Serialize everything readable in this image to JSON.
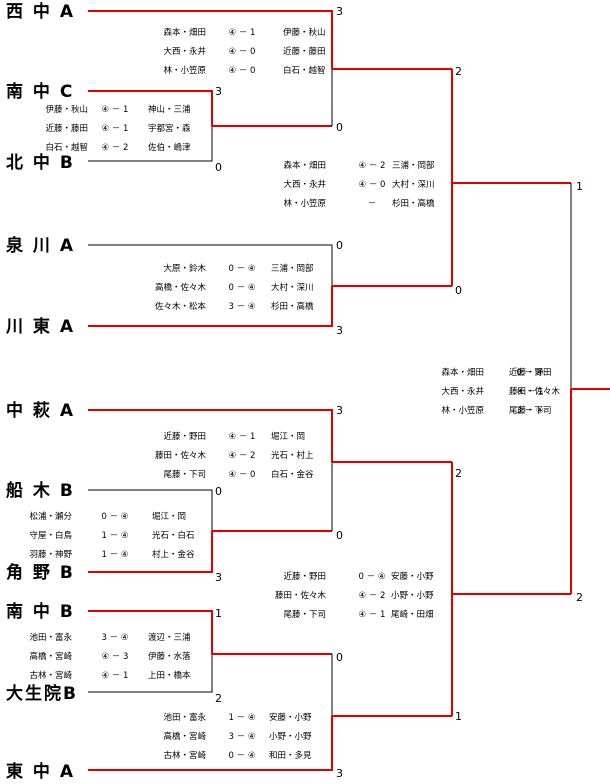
{
  "teams": [
    {
      "label": "西 中 A"
    },
    {
      "label": "南 中 C"
    },
    {
      "label": "北 中 B"
    },
    {
      "label": "泉 川 A"
    },
    {
      "label": "川 東 A"
    },
    {
      "label": "中 萩 A"
    },
    {
      "label": "船 木 B"
    },
    {
      "label": "角 野 B"
    },
    {
      "label": "南 中 B"
    },
    {
      "label": "大生院B"
    },
    {
      "label": "東 中 A"
    }
  ],
  "scores": [
    "3",
    "2",
    "3",
    "0",
    "0",
    "1",
    "0",
    "0",
    "3",
    "3",
    "2",
    "0",
    "0",
    "3",
    "2",
    "1",
    "0",
    "2",
    "1",
    "3"
  ],
  "matches": [
    {
      "rows": [
        {
          "left": "森本・畑田",
          "score": "④ － 1",
          "right": "伊藤・秋山"
        },
        {
          "left": "大西・永井",
          "score": "④ － 0",
          "right": "近藤・藤田"
        },
        {
          "left": "林・小笠原",
          "score": "④ － 0",
          "right": "白石・越智"
        }
      ]
    },
    {
      "rows": [
        {
          "left": "伊藤・秋山",
          "score": "④ － 1",
          "right": "神山・三浦"
        },
        {
          "left": "近藤・藤田",
          "score": "④ － 1",
          "right": "宇都宮・森"
        },
        {
          "left": "白石・越智",
          "score": "④ － 2",
          "right": "佐伯・嶋津"
        }
      ]
    },
    {
      "rows": [
        {
          "left": "森本・畑田",
          "score": "④ － 2",
          "right": "三浦・岡部"
        },
        {
          "left": "大西・永井",
          "score": "④ － 0",
          "right": "大村・深川"
        },
        {
          "left": "林・小笠原",
          "score": "－",
          "right": "杉田・高橋"
        }
      ]
    },
    {
      "rows": [
        {
          "left": "大原・鈴木",
          "score": "0 － ④",
          "right": "三浦・岡部"
        },
        {
          "left": "高橋・佐々木",
          "score": "0 － ④",
          "right": "大村・深川"
        },
        {
          "left": "佐々木・松本",
          "score": "3 － ④",
          "right": "杉田・高橋"
        }
      ]
    },
    {
      "rows": [
        {
          "left": "森本・畑田",
          "score": "0 － ④",
          "right": "近藤・野田"
        },
        {
          "left": "大西・永井",
          "score": "④ － 1",
          "right": "藤田・佐々木"
        },
        {
          "left": "林・小笠原",
          "score": "3 － ④",
          "right": "尾藤・下司"
        }
      ]
    },
    {
      "rows": [
        {
          "left": "近藤・野田",
          "score": "④ － 1",
          "right": "堀江・岡"
        },
        {
          "left": "藤田・佐々木",
          "score": "④ － 2",
          "right": "光石・村上"
        },
        {
          "left": "尾藤・下司",
          "score": "④ － 0",
          "right": "白石・金谷"
        }
      ]
    },
    {
      "rows": [
        {
          "left": "松浦・瀬分",
          "score": "0 － ④",
          "right": "堀江・岡"
        },
        {
          "left": "守屋・白鳥",
          "score": "1 － ④",
          "right": "光石・白石"
        },
        {
          "left": "羽藤・神野",
          "score": "1 － ④",
          "right": "村上・金谷"
        }
      ]
    },
    {
      "rows": [
        {
          "left": "近藤・野田",
          "score": "0 － ④",
          "right": "安藤・小野"
        },
        {
          "left": "藤田・佐々木",
          "score": "④ － 2",
          "right": "小野・小野"
        },
        {
          "left": "尾藤・下司",
          "score": "④ － 1",
          "right": "尾崎・田畑"
        }
      ]
    },
    {
      "rows": [
        {
          "left": "池田・富永",
          "score": "3 － ④",
          "right": "渡辺・三浦"
        },
        {
          "left": "高橋・宮崎",
          "score": "④ － 3",
          "right": "伊藤・水落"
        },
        {
          "left": "古林・宮崎",
          "score": "④ － 1",
          "right": "上田・橋本"
        }
      ]
    },
    {
      "rows": [
        {
          "left": "池田・富永",
          "score": "1 － ④",
          "right": "安藤・小野"
        },
        {
          "left": "高橋・宮崎",
          "score": "3 － ④",
          "right": "小野・小野"
        },
        {
          "left": "古林・宮崎",
          "score": "0 － ④",
          "right": "和田・多見"
        }
      ]
    }
  ],
  "colors": {
    "winner_line": "#e00000",
    "loser_line": "#000000",
    "text": "#000000"
  }
}
